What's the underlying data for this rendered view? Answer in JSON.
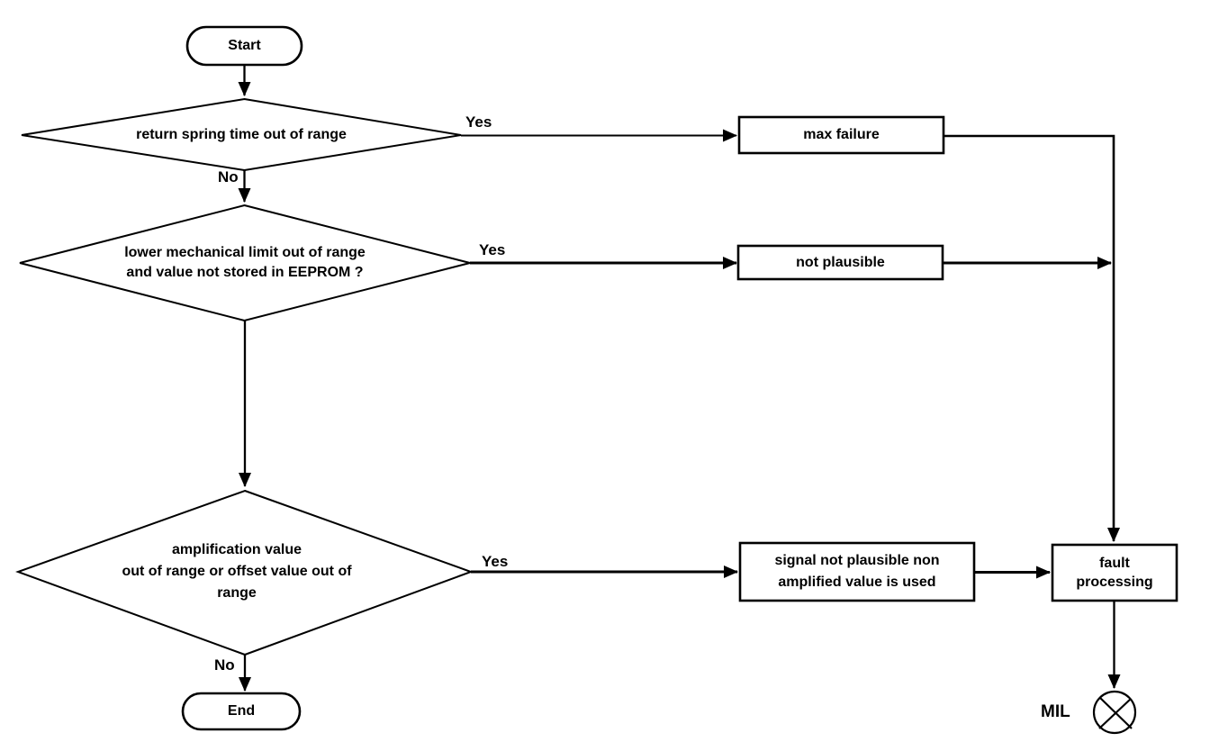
{
  "diagram": {
    "type": "flowchart",
    "colors": {
      "ink": "#000000",
      "background": "#ffffff",
      "node_fill": "#ffffff"
    },
    "nodes": {
      "start": {
        "shape": "terminator",
        "label": "Start"
      },
      "decision1": {
        "shape": "decision",
        "label": "return spring time out of range"
      },
      "decision2": {
        "shape": "decision",
        "label": "lower mechanical limit out of range\nand value not stored in EEPROM ?"
      },
      "decision3": {
        "shape": "decision",
        "label": "amplification value\nout of range or offset value out of\nrange"
      },
      "max_failure": {
        "shape": "process",
        "label": "max failure"
      },
      "not_plausible": {
        "shape": "process",
        "label": "not plausible"
      },
      "signal_not_plausible": {
        "shape": "process",
        "label": "signal not plausible non\namplified value is used"
      },
      "fault_processing": {
        "shape": "process",
        "label": "fault\nprocessing"
      },
      "end": {
        "shape": "terminator",
        "label": "End"
      },
      "mil": {
        "shape": "indicator-lamp",
        "label": "MIL"
      }
    },
    "edge_labels": {
      "decision1_yes": "Yes",
      "decision1_no": "No",
      "decision2_yes": "Yes",
      "decision3_yes": "Yes",
      "decision3_no": "No"
    },
    "edges": [
      {
        "from": "start",
        "to": "decision1"
      },
      {
        "from": "decision1",
        "to": "max_failure",
        "label": "Yes"
      },
      {
        "from": "decision1",
        "to": "decision2",
        "label": "No"
      },
      {
        "from": "decision2",
        "to": "not_plausible",
        "label": "Yes"
      },
      {
        "from": "decision2",
        "to": "decision3"
      },
      {
        "from": "decision3",
        "to": "signal_not_plausible",
        "label": "Yes"
      },
      {
        "from": "decision3",
        "to": "end",
        "label": "No"
      },
      {
        "from": "max_failure",
        "to": "fault_processing"
      },
      {
        "from": "not_plausible",
        "to": "fault_processing"
      },
      {
        "from": "signal_not_plausible",
        "to": "fault_processing"
      },
      {
        "from": "fault_processing",
        "to": "mil"
      }
    ]
  }
}
